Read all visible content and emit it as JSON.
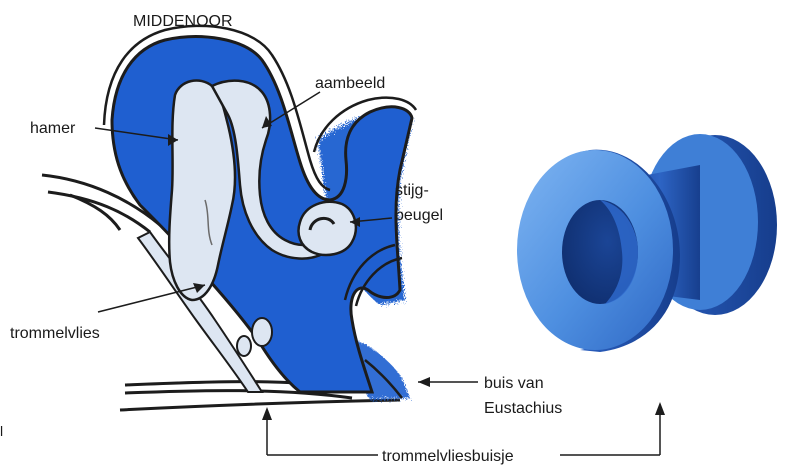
{
  "title": "MIDDENOOR",
  "labels": {
    "hamer": "hamer",
    "aambeeld": "aambeeld",
    "stijgbeugel_line1": "stijg-",
    "stijgbeugel_line2": "beugel",
    "trommelvlies": "trommelvlies",
    "buis_line1": "buis van",
    "buis_line2": "Eustachius",
    "trommelvliesbuisje": "trommelvliesbuisje"
  },
  "colors": {
    "cavity_blue": "#1f5fd0",
    "bone_light": "#dde6f2",
    "outline": "#1c1c1c",
    "tube_light": "#5b9be6",
    "tube_dark": "#1d4fa8"
  }
}
